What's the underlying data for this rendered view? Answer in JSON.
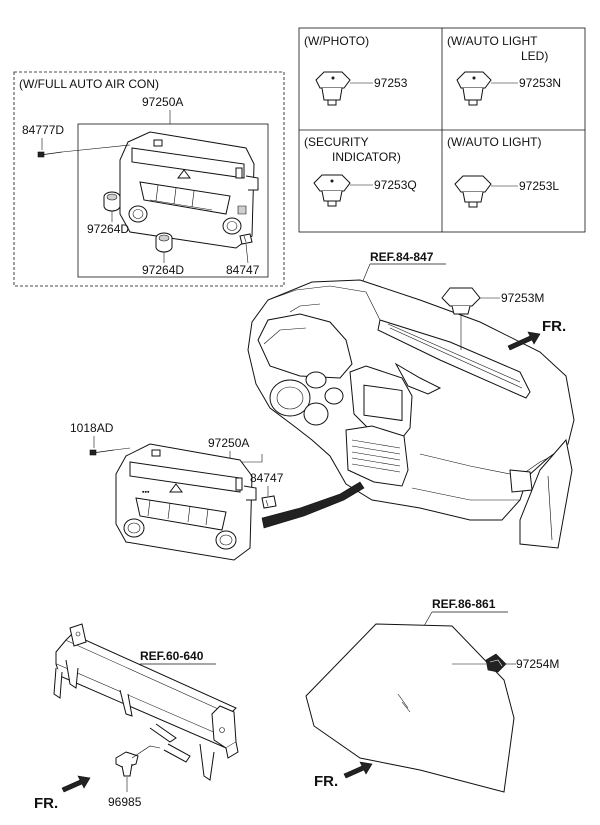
{
  "variants": {
    "photo": "(W/PHOTO)",
    "auto_light_led_1": "(W/AUTO LIGHT",
    "auto_light_led_2": "LED)",
    "security_1": "(SECURITY",
    "security_2": "INDICATOR)",
    "auto_light": "(W/AUTO LIGHT)",
    "full_auto_aircon": "(W/FULL AUTO AIR CON)"
  },
  "parts": {
    "p97253": "97253",
    "p97253N": "97253N",
    "p97253Q": "97253Q",
    "p97253L": "97253L",
    "p97250A_top": "97250A",
    "p84777D": "84777D",
    "p97264D_a": "97264D",
    "p97264D_b": "97264D",
    "p84747_top": "84747",
    "p97253M": "97253M",
    "p1018AD": "1018AD",
    "p97250A_main": "97250A",
    "p84747_main": "84747",
    "p97254M": "97254M",
    "p96985": "96985"
  },
  "refs": {
    "r84847": "REF.84-847",
    "r86861": "REF.86-861",
    "r60640": "REF.60-640"
  },
  "direction": {
    "fr_top": "FR.",
    "fr_windshield": "FR.",
    "fr_bottom": "FR."
  }
}
